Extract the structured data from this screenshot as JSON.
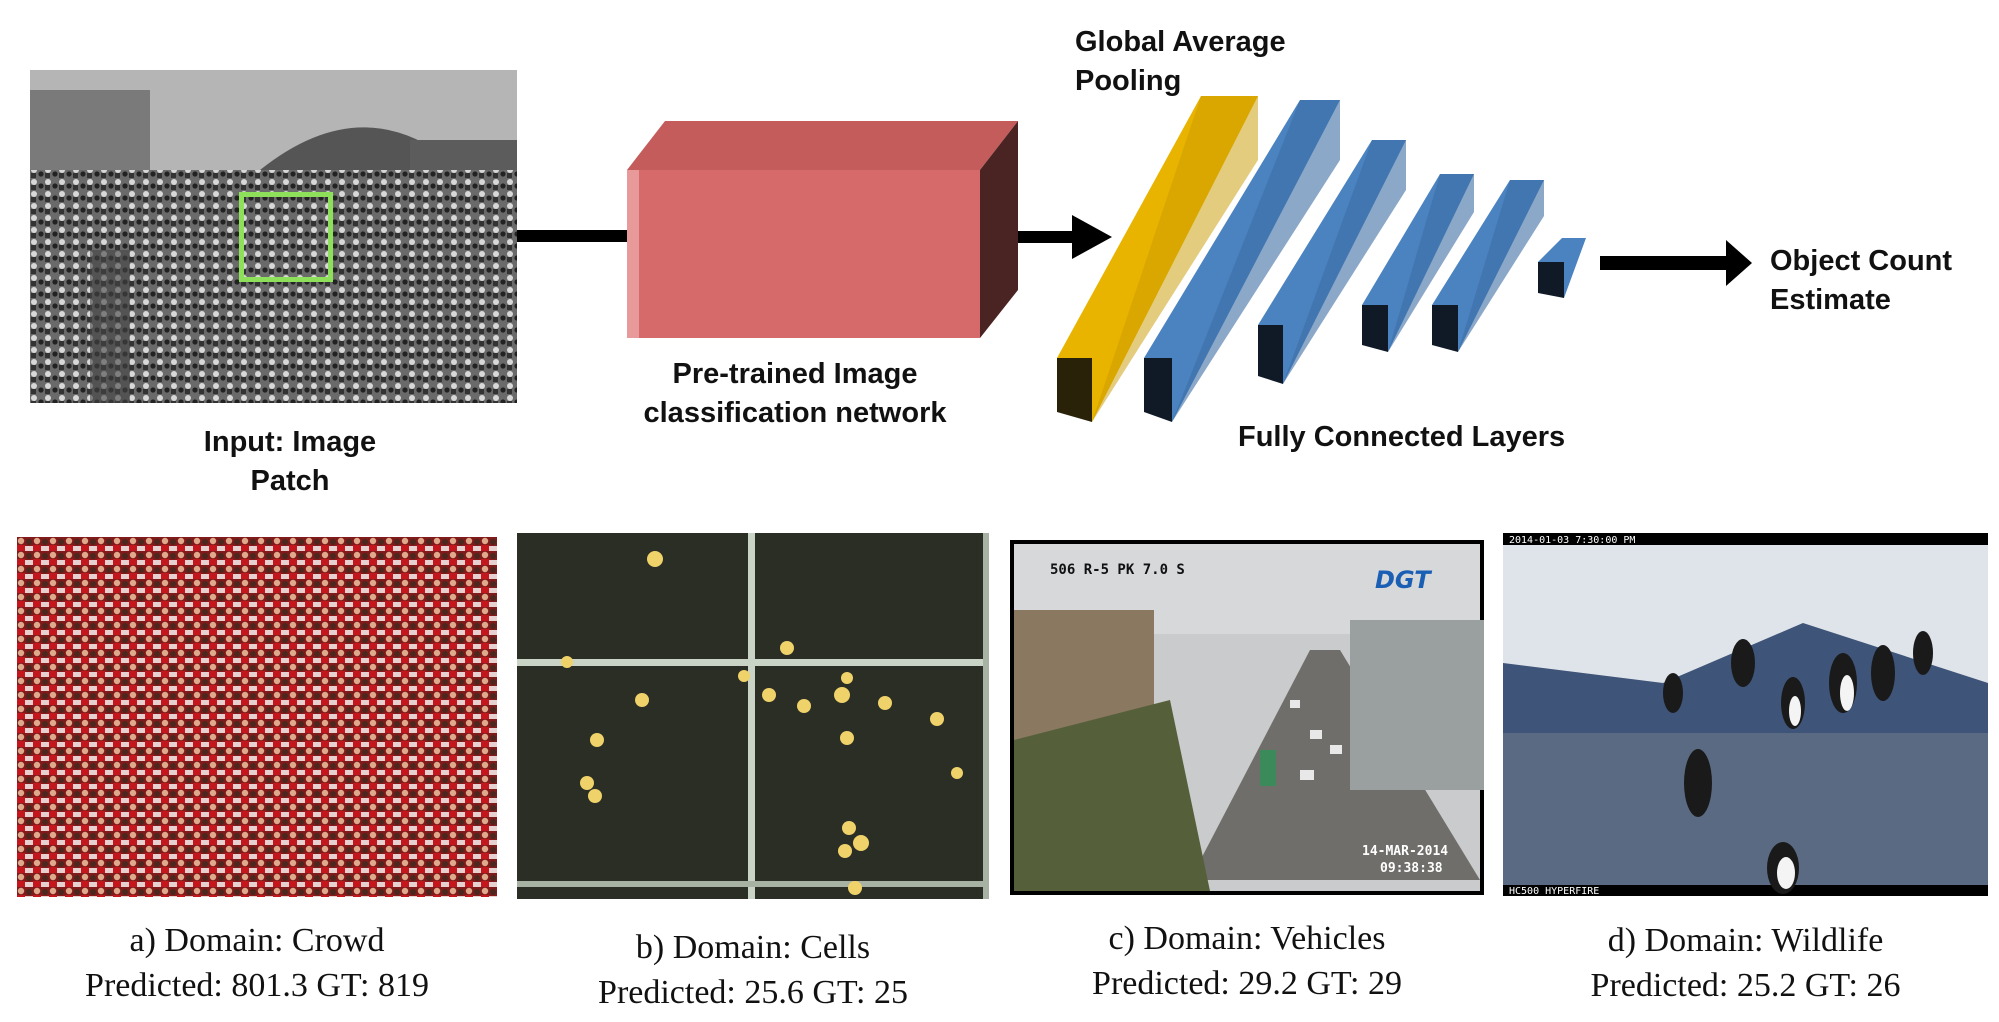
{
  "pipeline": {
    "input_label": [
      "Input: Image",
      "Patch"
    ],
    "network_label": [
      "Pre-trained Image",
      "classification network"
    ],
    "gap_label": [
      "Global Average",
      "Pooling"
    ],
    "fc_label": "Fully Connected Layers",
    "output_label": [
      "Object Count",
      "Estimate"
    ]
  },
  "examples": [
    {
      "caption": "a) Domain: Crowd",
      "result": "Predicted: 801.3 GT: 819"
    },
    {
      "caption": "b) Domain: Cells",
      "result": "Predicted: 25.6 GT: 25"
    },
    {
      "caption": "c) Domain: Vehicles",
      "result": "Predicted: 29.2 GT: 29"
    },
    {
      "caption": "d) Domain: Wildlife",
      "result": "Predicted: 25.2 GT: 26"
    }
  ],
  "overlays": {
    "traffic_cam_top": "506 R-5 PK 7.0 S",
    "traffic_logo": "DGT",
    "traffic_date": "14-MAR-2014",
    "traffic_time": "09:38:38",
    "wildlife_stamp": "2014-01-03 7:30:00 PM",
    "wildlife_bottom": "HC500 HYPERFIRE"
  },
  "colors": {
    "network_box": "#d66a6a",
    "gap_layer": "#e8b400",
    "fc_layer": "#4a83c0",
    "patch_highlight": "#8ee05a"
  }
}
